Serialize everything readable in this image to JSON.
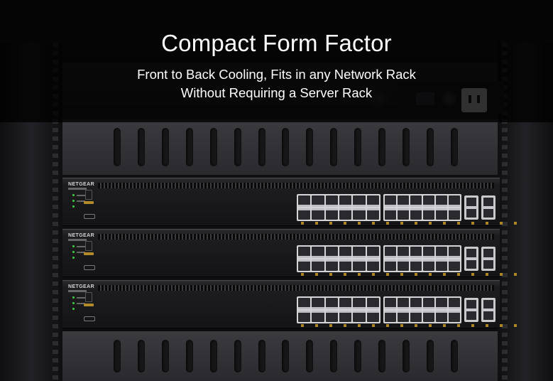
{
  "overlay": {
    "headline": "Compact Form Factor",
    "subline_1": "Front to Back Cooling, Fits in any Network Rack",
    "subline_2": "Without Requiring a Server Rack"
  },
  "switches": [
    {
      "brand": "NETGEAR"
    },
    {
      "brand": "NETGEAR"
    },
    {
      "brand": "NETGEAR"
    }
  ],
  "colors": {
    "text": "#ffffff",
    "overlay": "#000000",
    "led_green": "#3fbf3f",
    "led_amber": "#b38a2a",
    "port_silver": "#d4d4d8"
  }
}
